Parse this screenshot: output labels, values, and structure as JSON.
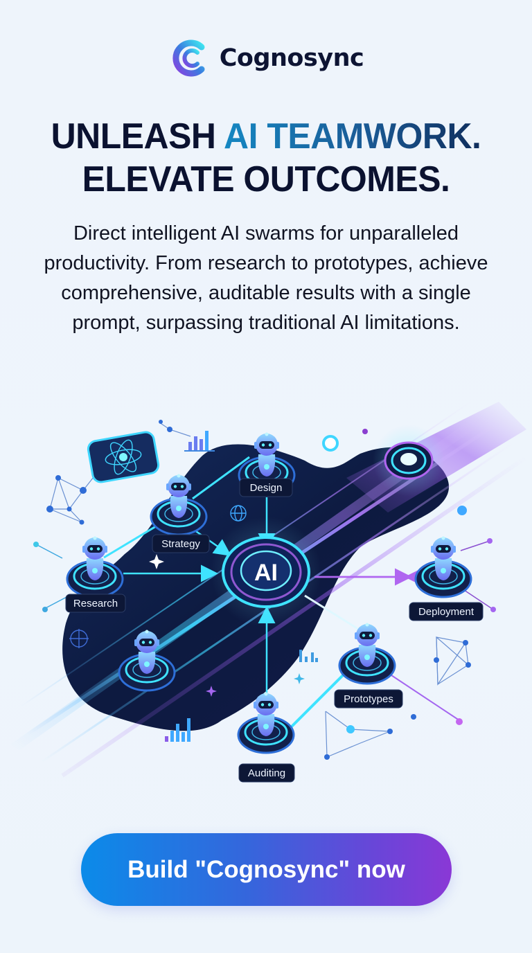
{
  "brand": {
    "name": "Cognosync",
    "logo_icon": "double-c-logo-icon"
  },
  "headline": {
    "line1_prefix": "UNLEASH ",
    "line1_accent": "AI TEAMWORK.",
    "line2": "ELEVATE OUTCOMES."
  },
  "subtext": "Direct intelligent AI swarms for unparalleled productivity. From research to prototypes, achieve comprehensive, auditable results with a single prompt, surpassing traditional AI limitations.",
  "illustration": {
    "hub_label": "AI",
    "nodes": [
      {
        "label": "Design"
      },
      {
        "label": "Strategy"
      },
      {
        "label": "Research"
      },
      {
        "label": "Deployment"
      },
      {
        "label": "Prototypes"
      },
      {
        "label": "Auditing"
      }
    ]
  },
  "cta": {
    "label": "Build \"Cognosync\" now"
  },
  "colors": {
    "background": "#eef4fb",
    "text_dark": "#0b1230",
    "accent_blue": "#1587c2",
    "cta_start": "#0b8be9",
    "cta_end": "#8a38d6",
    "glow_cyan": "#3fe3ff",
    "glow_purple": "#b266ff",
    "blob_navy": "#0f1d45"
  }
}
